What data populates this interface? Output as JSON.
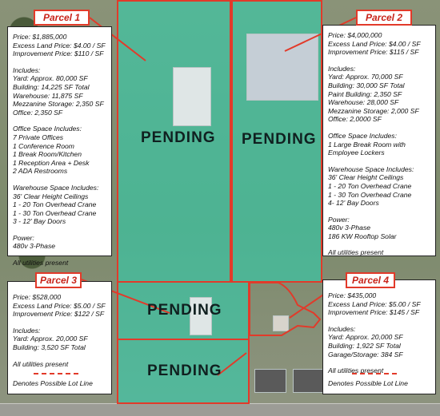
{
  "overlay_label": "PENDING",
  "lot_line_color": "#e23a2a",
  "overlay_color": "#26d6b2",
  "parcels": [
    {
      "tag": "Parcel 1",
      "lines": [
        "Price: $1,885,000",
        "Excess Land Price: $4.00 / SF",
        "Improvement Price: $110 / SF",
        "",
        "Includes:",
        "Yard: Approx. 80,000 SF",
        "Building: 14,225 SF Total",
        "Warehouse: 11,875 SF",
        "Mezzanine Storage: 2,350 SF",
        "Office: 2,350 SF",
        "",
        "Office Space Includes:",
        "7 Private Offices",
        "1 Conference Room",
        "1 Break Room/Kitchen",
        "1 Reception Area + Desk",
        "2 ADA Restrooms",
        "",
        "Warehouse Space Includes:",
        "36' Clear Height Ceilings",
        "1 - 20 Ton Overhead Crane",
        "1 - 30 Ton Overhead Crane",
        "3 - 12' Bay Doors",
        "",
        "Power:",
        "480v 3-Phase",
        "",
        "All utilities present"
      ]
    },
    {
      "tag": "Parcel 2",
      "lines": [
        "Price: $4,000,000",
        "Excess Land Price: $4.00 / SF",
        "Improvement Price: $115 / SF",
        "",
        "Includes:",
        "Yard: Approx. 70,000 SF",
        "Building: 30,000 SF Total",
        "Paint Building: 2,350 SF",
        "Warehouse: 28,000 SF",
        "Mezzanine Storage: 2,000 SF",
        "Office: 2,0000 SF",
        "",
        "Office Space Includes:",
        "1 Large Break Room with",
        "Employee Lockers",
        "",
        "Warehouse Space Includes:",
        "36' Clear Height Ceilings",
        "1 - 20 Ton Overhead Crane",
        "1 - 30 Ton Overhead Crane",
        "4- 12' Bay Doors",
        "",
        "Power:",
        "480v 3-Phase",
        "186 KW Rooftop Solar",
        "",
        "All utilities present"
      ]
    },
    {
      "tag": "Parcel 3",
      "lines": [
        "Price: $528,000",
        "Excess Land Price: $5.00 / SF",
        "Improvement Price: $122 / SF",
        "",
        "Includes:",
        "Yard: Approx. 20,000 SF",
        "Building: 3,520 SF Total",
        "",
        "All utilities present"
      ],
      "legend": "Denotes Possible Lot Line"
    },
    {
      "tag": "Parcel 4",
      "lines": [
        "Price: $435,000",
        "Excess Land Price: $5.00 / SF",
        "Improvement Price: $145 / SF",
        "",
        "Includes:",
        "Yard: Approx. 20,000 SF",
        "Building: 1,922 SF Total",
        "Garage/Storage: 384 SF",
        "",
        "All utilities present"
      ],
      "legend": "Denotes Possible Lot Line"
    }
  ]
}
